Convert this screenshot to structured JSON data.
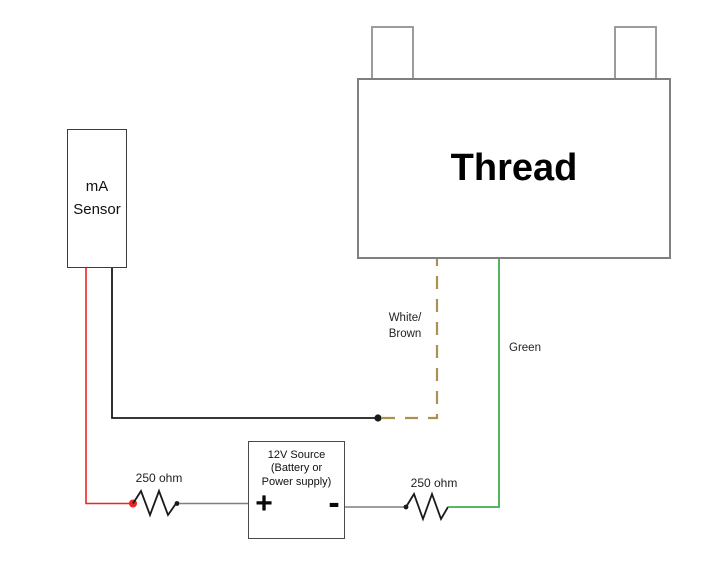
{
  "sensor": {
    "line1": "mA",
    "line2": "Sensor"
  },
  "thread": {
    "label": "Thread"
  },
  "source": {
    "line1": "12V Source",
    "line2": "(Battery or",
    "line3": "Power supply)",
    "plus": "+",
    "minus": "-"
  },
  "resistors": {
    "left_label": "250 ohm",
    "right_label": "250 ohm"
  },
  "wire_labels": {
    "white_brown_line1": "White/",
    "white_brown_line2": "Brown",
    "green": "Green"
  },
  "colors": {
    "red": "#ee2422",
    "green": "#3fae4e",
    "white_brown": "#ab904f",
    "black": "#1a1a1a",
    "gray": "#7f7f7f"
  }
}
